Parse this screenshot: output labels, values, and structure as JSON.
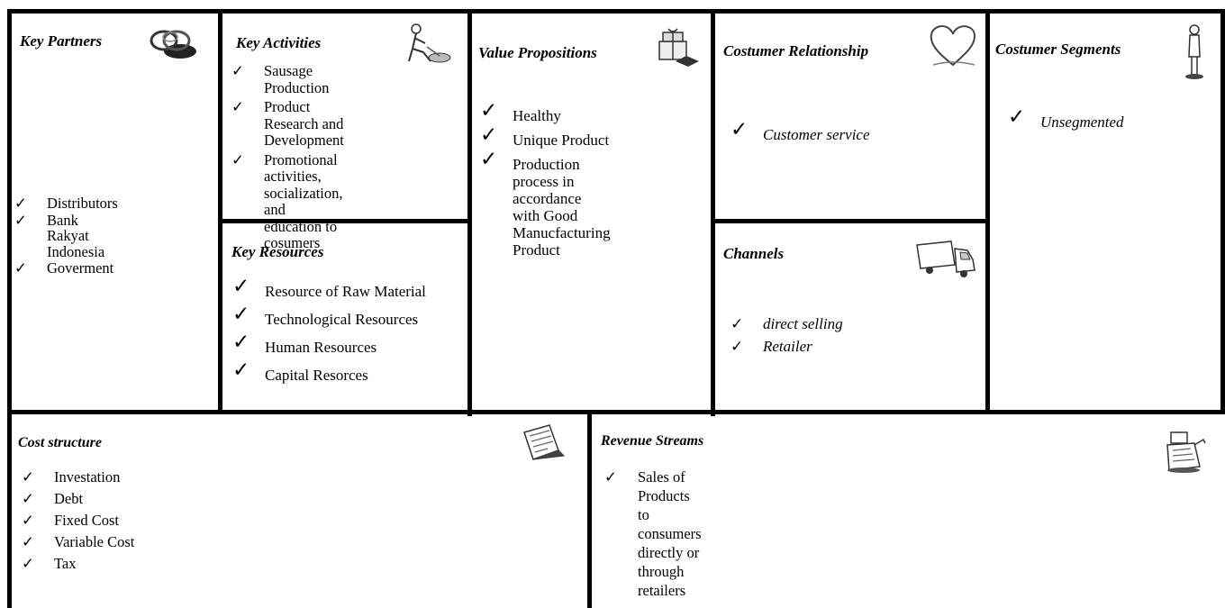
{
  "key_partners": {
    "title": "Key Partners",
    "icon": "chain-links-icon",
    "items": [
      "Distributors",
      "Bank Rakyat\nIndonesia",
      "Goverment"
    ]
  },
  "key_activities": {
    "title": "Key Activities",
    "icon": "worker-icon",
    "items": [
      "Sausage\nProduction",
      "Product Research and\nDevelopment",
      "Promotional activities,\nsocialization, and\neducation to cosumers"
    ]
  },
  "key_resources": {
    "title": "Key Resources",
    "items": [
      "Resource of Raw Material",
      "Technological Resources",
      "Human Resources",
      "Capital Resorces"
    ]
  },
  "value_propositions": {
    "title": "Value Propositions",
    "icon": "gift-icon",
    "items": [
      "Healthy",
      "Unique Product",
      "Production process in\naccordance with Good\nManucfacturing\nProduct"
    ]
  },
  "customer_relationship": {
    "title": "Costumer Relationship",
    "icon": "heart-icon",
    "items": [
      "Customer service"
    ]
  },
  "channels": {
    "title": "Channels",
    "icon": "truck-icon",
    "items": [
      "direct selling",
      "Retailer"
    ]
  },
  "customer_segments": {
    "title": "Costumer Segments",
    "icon": "person-icon",
    "items": [
      "Unsegmented"
    ]
  },
  "cost_structure": {
    "title": "Cost structure",
    "icon": "receipt-icon",
    "items": [
      "Investation",
      "Debt",
      "Fixed Cost",
      "Variable Cost",
      "Tax"
    ]
  },
  "revenue_streams": {
    "title": "Revenue Streams",
    "icon": "cash-register-icon",
    "items": [
      "Sales of Products to consumers directly or\nthrough retailers"
    ]
  },
  "check_mark": "✓"
}
